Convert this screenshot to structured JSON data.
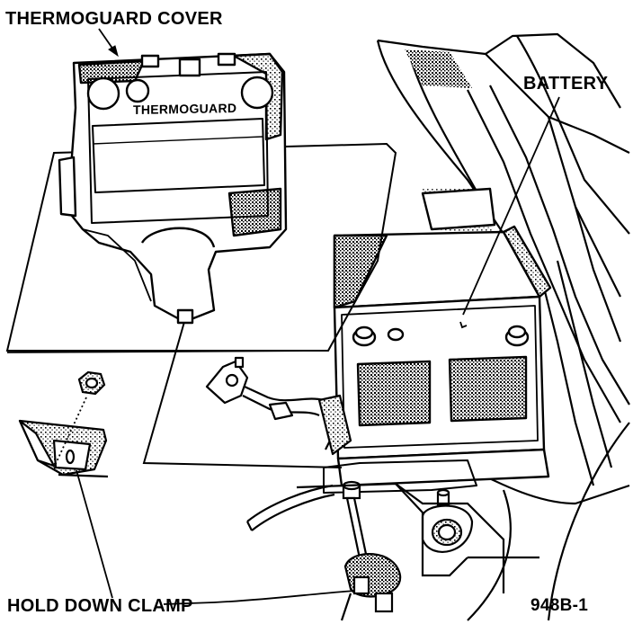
{
  "labels": {
    "thermoguard_cover": "THERMOGUARD COVER",
    "battery": "BATTERY",
    "hold_down_clamp": "HOLD DOWN  CLAMP",
    "figure_number": "948B-1",
    "embossed_text": "THERMOGUARD"
  },
  "colors": {
    "ink": "#000000",
    "paper": "#ffffff",
    "shade": "#8a8a8a"
  }
}
